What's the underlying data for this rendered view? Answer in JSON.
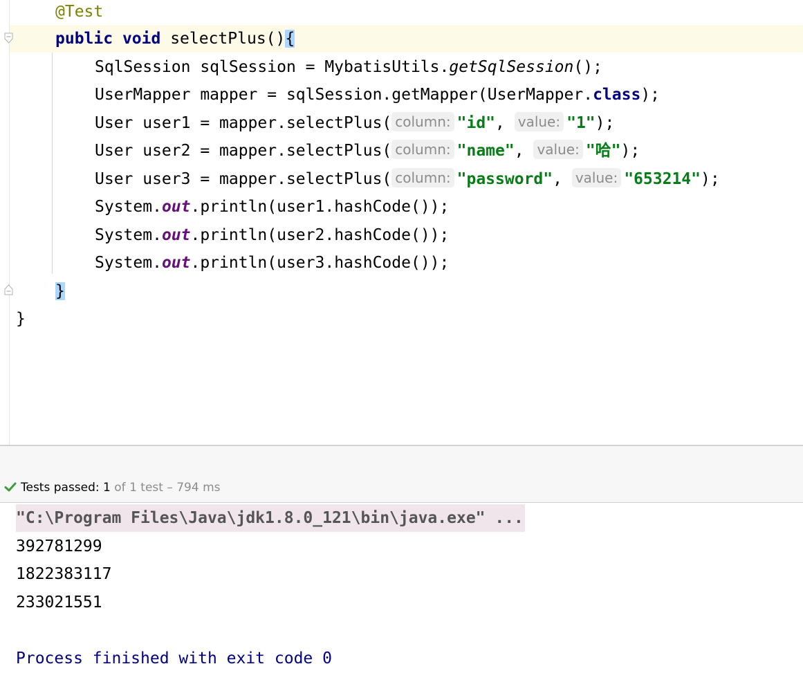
{
  "editor": {
    "annotation": "@Test",
    "method_line": {
      "kw_public": "public",
      "kw_void": "void",
      "signature": " selectPlus()",
      "brace": "{"
    },
    "line_session": {
      "pre": "SqlSession sqlSession = MybatisUtils.",
      "method": "getSqlSession",
      "post": "();"
    },
    "line_mapper": {
      "pre": "UserMapper mapper = sqlSession.getMapper(UserMapper.",
      "kw": "class",
      "post": ");"
    },
    "calls": [
      {
        "pre": "User user1 = mapper.selectPlus(",
        "hint_column": "column:",
        "arg1": "\"id\"",
        "sep": ", ",
        "hint_value": "value:",
        "arg2": "\"1\"",
        "post": ");"
      },
      {
        "pre": "User user2 = mapper.selectPlus(",
        "hint_column": "column:",
        "arg1": "\"name\"",
        "sep": ", ",
        "hint_value": "value:",
        "arg2": "\"哈\"",
        "post": ");"
      },
      {
        "pre": "User user3 = mapper.selectPlus(",
        "hint_column": "column:",
        "arg1": "\"password\"",
        "sep": ", ",
        "hint_value": "value:",
        "arg2": "\"653214\"",
        "post": ");"
      }
    ],
    "prints": [
      {
        "pre": "System.",
        "field": "out",
        "post": ".println(user1.hashCode());"
      },
      {
        "pre": "System.",
        "field": "out",
        "post": ".println(user2.hashCode());"
      },
      {
        "pre": "System.",
        "field": "out",
        "post": ".println(user3.hashCode());"
      }
    ],
    "method_close": "}",
    "class_close": "}"
  },
  "test_status": {
    "label": "Tests passed: ",
    "passed": "1",
    "detail": " of 1 test – 794 ms",
    "icon": "check-icon"
  },
  "console": {
    "command": "\"C:\\Program Files\\Java\\jdk1.8.0_121\\bin\\java.exe\" ...",
    "outputs": [
      "392781299",
      "1822383117",
      "233021551"
    ],
    "exit_message": "Process finished with exit code 0"
  },
  "colors": {
    "keyword": "#000080",
    "string": "#067d17",
    "annotation": "#808000",
    "field": "#660e7a",
    "success": "#3c9d3c"
  }
}
